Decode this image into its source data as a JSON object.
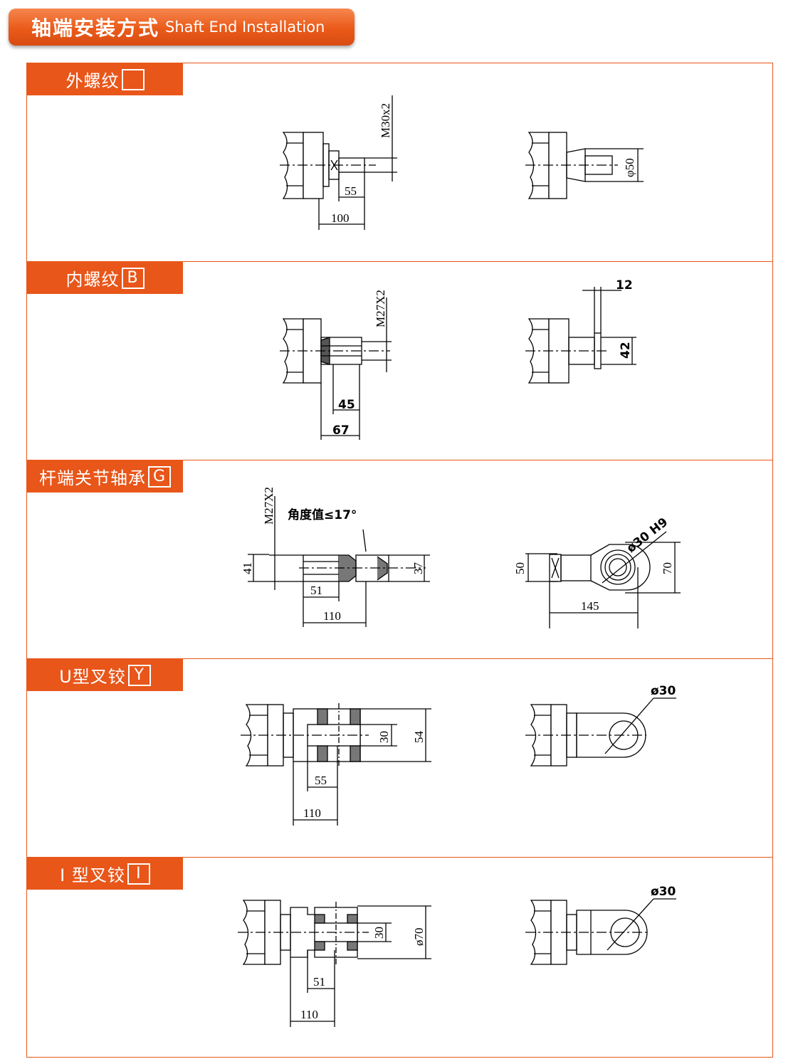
{
  "banner": {
    "title_cn": "轴端安装方式",
    "title_en": "Shaft End Installation"
  },
  "sections": [
    {
      "name": "外螺纹",
      "code": "",
      "dims": {
        "thread": "M30x2",
        "len_inner": "55",
        "len_outer": "100",
        "dia": "φ50"
      }
    },
    {
      "name": "内螺纹",
      "code": "B",
      "dims": {
        "thread": "M27X2",
        "len_inner": "45",
        "len_outer": "67",
        "width": "12",
        "dia": "42"
      }
    },
    {
      "name": "杆端关节轴承",
      "code": "G",
      "dims": {
        "thread": "M27X2",
        "angle": "角度值≤17°",
        "dia_left": "41",
        "len_inner": "51",
        "len_outer": "110",
        "dia_right": "37",
        "side_dia": "50",
        "bore": "ø30 H9",
        "side_len": "145",
        "side_height": "70"
      }
    },
    {
      "name": "U型叉铰",
      "code": "Y",
      "dims": {
        "inner_w": "30",
        "outer_w": "54",
        "len_inner": "55",
        "len_outer": "110",
        "bore": "ø30"
      }
    },
    {
      "name": "I 型叉铰",
      "code": "I",
      "dims": {
        "inner_w": "30",
        "dia": "ø70",
        "len_inner": "51",
        "len_outer": "110",
        "bore": "ø30"
      }
    }
  ]
}
